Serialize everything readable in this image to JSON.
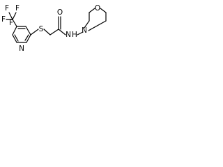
{
  "molecule": {
    "labels": {
      "F_top_left": "F",
      "F_top_right": "F",
      "F_left": "F",
      "F_lower": "F",
      "S": "S",
      "O_carbonyl": "O",
      "N_amide": "N",
      "H_amide": "H",
      "N_morpholine": "N",
      "O_morpholine": "O",
      "N_pyridine": "N"
    }
  }
}
